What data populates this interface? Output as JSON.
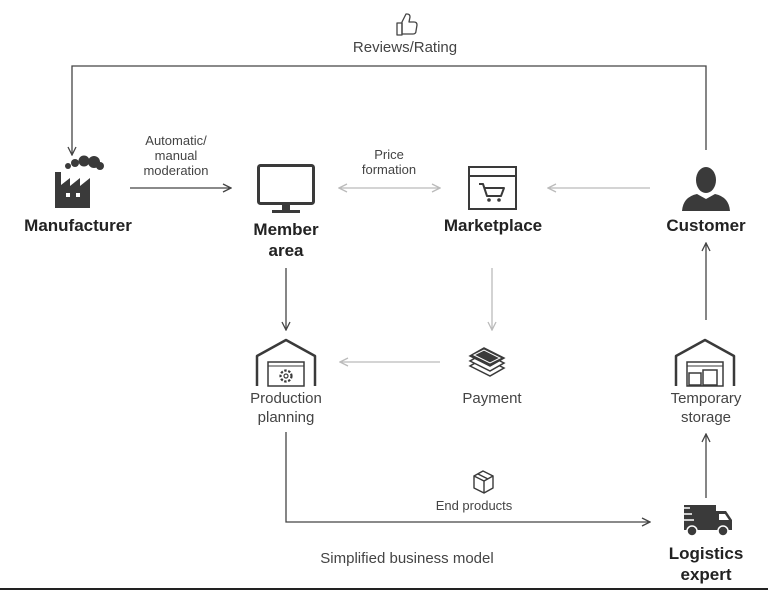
{
  "nodes": {
    "manufacturer": "Manufacturer",
    "member_area": [
      "Member",
      "area"
    ],
    "marketplace": "Marketplace",
    "customer": "Customer",
    "production_planning": [
      "Production",
      "planning"
    ],
    "payment": "Payment",
    "temporary_storage": [
      "Temporary",
      "storage"
    ],
    "logistics_expert": [
      "Logistics",
      "expert"
    ]
  },
  "edges": {
    "reviews_rating": "Reviews/Rating",
    "moderation": [
      "Automatic/",
      "manual",
      "moderation"
    ],
    "price_formation": [
      "Price",
      "formation"
    ],
    "end_products": "End products"
  },
  "caption": "Simplified business model",
  "icons": [
    "thumbs-up-icon",
    "factory-icon",
    "monitor-icon",
    "shopping-cart-icon",
    "customer-person-icon",
    "warehouse-gear-icon",
    "money-stack-icon",
    "warehouse-boxes-icon",
    "package-icon",
    "delivery-truck-icon"
  ],
  "colors": {
    "dark": "#444444",
    "light": "#cccccc",
    "icon": "#3a3a3a"
  }
}
